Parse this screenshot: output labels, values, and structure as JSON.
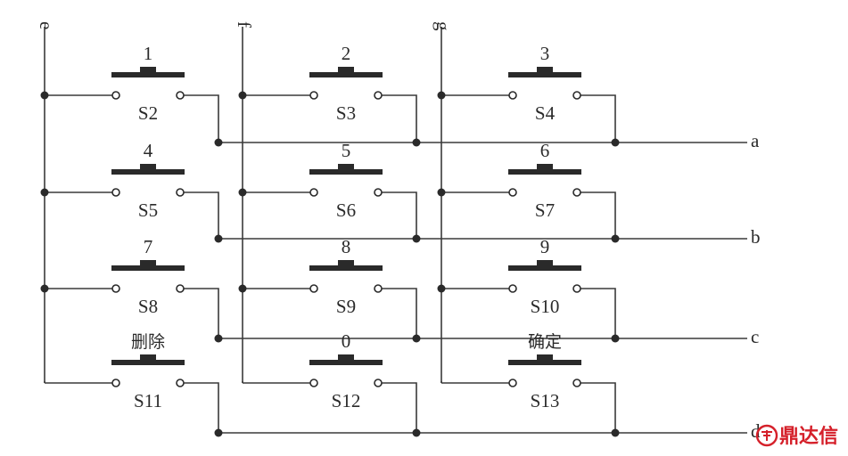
{
  "column_labels": [
    "e",
    "f",
    "g"
  ],
  "row_labels": [
    "a",
    "b",
    "c",
    "d"
  ],
  "keys": [
    {
      "top": "1",
      "switch": "S2",
      "row": 0,
      "col": 0
    },
    {
      "top": "2",
      "switch": "S3",
      "row": 0,
      "col": 1
    },
    {
      "top": "3",
      "switch": "S4",
      "row": 0,
      "col": 2
    },
    {
      "top": "4",
      "switch": "S5",
      "row": 1,
      "col": 0
    },
    {
      "top": "5",
      "switch": "S6",
      "row": 1,
      "col": 1
    },
    {
      "top": "6",
      "switch": "S7",
      "row": 1,
      "col": 2
    },
    {
      "top": "7",
      "switch": "S8",
      "row": 2,
      "col": 0
    },
    {
      "top": "8",
      "switch": "S9",
      "row": 2,
      "col": 1
    },
    {
      "top": "9",
      "switch": "S10",
      "row": 2,
      "col": 2
    },
    {
      "top": "删除",
      "switch": "S11",
      "row": 3,
      "col": 0
    },
    {
      "top": "0",
      "switch": "S12",
      "row": 3,
      "col": 1
    },
    {
      "top": "确定",
      "switch": "S13",
      "row": 3,
      "col": 2
    }
  ],
  "watermark": {
    "text": "鼎达信",
    "color": "#d5202a"
  }
}
